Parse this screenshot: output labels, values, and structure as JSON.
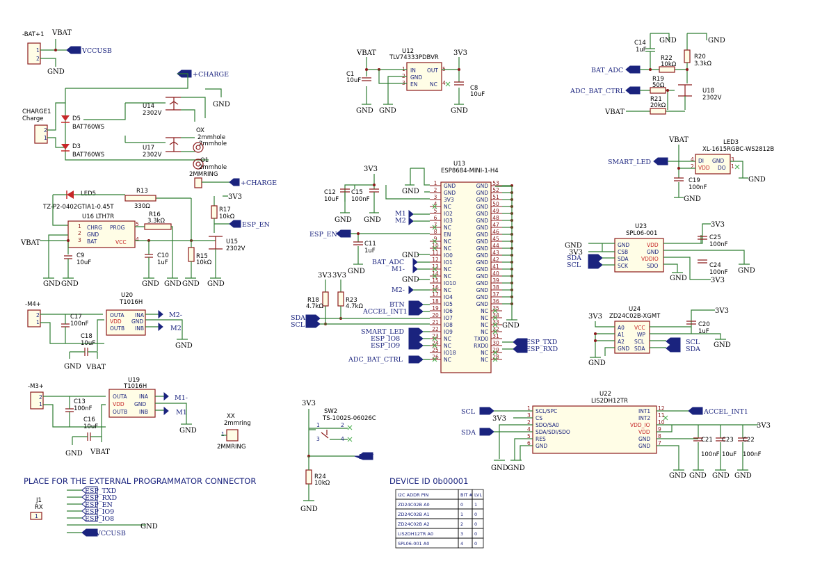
{
  "header": {
    "programmer_note": "PLACE FOR THE EXTERNAL PROGRAMMATOR CONNECTOR",
    "device_id": "DEVICE ID 0b00001"
  },
  "power": {
    "vbat": "VBAT",
    "v3v3": "3V3",
    "gnd": "GND",
    "vccusb": "VCCUSB",
    "charge": "+CHARGE"
  },
  "components": {
    "bat": {
      "ref": "-BAT+1"
    },
    "charge": {
      "ref": "CHARGE1",
      "value": "Charge"
    },
    "d5": {
      "ref": "D5",
      "value": "BAT760WS"
    },
    "d3": {
      "ref": "D3",
      "value": "BAT760WS"
    },
    "u14": {
      "ref": "U14",
      "value": "2302V"
    },
    "u17": {
      "ref": "U17",
      "value": "2302V"
    },
    "ox": {
      "ref": "OX",
      "line1": "2mmhole",
      "line2": "2mmhole"
    },
    "o1": {
      "ref": "O1",
      "line1": "2mmhole",
      "line2": "2MMRING"
    },
    "led5": {
      "ref": "LED5",
      "value": "TZ-P2-0402GTIA1-0.45T"
    },
    "r13": {
      "ref": "R13",
      "value": "330Ω"
    },
    "r16": {
      "ref": "R16",
      "value": "3.3kΩ"
    },
    "u16": {
      "ref": "U16 LTH7R",
      "pins": [
        "CHRG",
        "GND",
        "BAT",
        "PROG",
        "VCC"
      ]
    },
    "c9": {
      "ref": "C9",
      "value": "10uF"
    },
    "c10": {
      "ref": "C10",
      "value": "1uF"
    },
    "r15": {
      "ref": "R15",
      "value": "10kΩ"
    },
    "r17": {
      "ref": "R17",
      "value": "10kΩ"
    },
    "u15": {
      "ref": "U15",
      "value": "2302V"
    },
    "u12": {
      "ref": "U12",
      "value": "TLV74333PDBVR",
      "pins": [
        "IN",
        "GND",
        "EN",
        "OUT",
        "NC"
      ]
    },
    "c1": {
      "ref": "C1",
      "value": "10uF"
    },
    "c8": {
      "ref": "C8",
      "value": "10uF"
    },
    "c14": {
      "ref": "C14",
      "value": "1uF"
    },
    "r22": {
      "ref": "R22",
      "value": "10kΩ"
    },
    "r20": {
      "ref": "R20",
      "value": "3.3kΩ"
    },
    "r19": {
      "ref": "R19",
      "value": "50Ω"
    },
    "r21": {
      "ref": "R21",
      "value": "20kΩ"
    },
    "u18": {
      "ref": "U18",
      "value": "2302V"
    },
    "led3": {
      "ref": "LED3",
      "value": "XL-1615RGBC-WS2812B",
      "pins": [
        "DI",
        "VDD",
        "GND",
        "DO"
      ]
    },
    "c19": {
      "ref": "C19",
      "value": "100nF"
    },
    "u13": {
      "ref": "U13",
      "value": "ESP8684-MINI-1-H4"
    },
    "c12": {
      "ref": "C12",
      "value": "10uF"
    },
    "c15": {
      "ref": "C15",
      "value": "100nF"
    },
    "c11": {
      "ref": "C11",
      "value": "1uF"
    },
    "r18": {
      "ref": "R18",
      "value": "4.7kΩ"
    },
    "r23": {
      "ref": "R23",
      "value": "4.7kΩ"
    },
    "u23": {
      "ref": "U23",
      "value": "SPL06-001",
      "pins": [
        "GND",
        "CSB",
        "SDA",
        "SCK",
        "VDD",
        "GND",
        "VDDIO",
        "SDO"
      ]
    },
    "c25": {
      "ref": "C25",
      "value": "100nF"
    },
    "c24": {
      "ref": "C24",
      "value": "100nF"
    },
    "u24": {
      "ref": "U24",
      "value": "ZD24C02B-XGMT",
      "pins": [
        "A0",
        "A1",
        "A2",
        "GND",
        "VCC",
        "WP",
        "SCL",
        "SDA"
      ]
    },
    "c20": {
      "ref": "C20",
      "value": "1uF"
    },
    "u20": {
      "ref": "U20",
      "value": "T1016H",
      "pins": [
        "OUTA",
        "VDD",
        "OUTB",
        "INA",
        "GND",
        "INB"
      ]
    },
    "c17": {
      "ref": "C17",
      "value": "100nF"
    },
    "c18": {
      "ref": "C18",
      "value": "10uF"
    },
    "u19": {
      "ref": "U19",
      "value": "T1016H",
      "pins": [
        "OUTA",
        "VDD",
        "OUTB",
        "INA",
        "GND",
        "INB"
      ]
    },
    "c13": {
      "ref": "C13",
      "value": "100nF"
    },
    "c16": {
      "ref": "C16",
      "value": "10uF"
    },
    "m4": {
      "ref": "-M4+"
    },
    "m3": {
      "ref": "-M3+"
    },
    "xx": {
      "ref": "XX",
      "value": "2mmring",
      "foot": "2MMRING"
    },
    "sw2": {
      "ref": "SW2",
      "value": "TS-1002S-06026C"
    },
    "r24": {
      "ref": "R24",
      "value": "10kΩ"
    },
    "u22": {
      "ref": "U22",
      "value": "LIS2DH12TR",
      "pins": [
        "SCL/SPC",
        "CS",
        "SDO/SA0",
        "SDA/SDI/SDO",
        "RES",
        "GND",
        "INT1",
        "INT2",
        "VDD_IO",
        "VDD",
        "GND",
        "GND"
      ]
    },
    "c21": {
      "ref": "C21",
      "value": "100nF"
    },
    "c23": {
      "ref": "C23",
      "value": "10uF"
    },
    "c22": {
      "ref": "C22",
      "value": "100nF"
    },
    "j1": {
      "ref": "J1",
      "value": "RX"
    }
  },
  "esp_left_pins": [
    "GND",
    "GND",
    "3V3",
    "NC",
    "IO2",
    "IO3",
    "NC",
    "EN",
    "NC",
    "NC",
    "IO0",
    "IO1",
    "NC",
    "NC",
    "IO10",
    "NC",
    "IO4",
    "IO5",
    "IO6",
    "IO7",
    "IO8",
    "IO9",
    "NC",
    "NC",
    "IO18",
    "NC"
  ],
  "esp_right_pins": [
    "GND",
    "GND",
    "GND",
    "GND",
    "GND",
    "GND",
    "GND",
    "GND",
    "GND",
    "GND",
    "GND",
    "GND",
    "GND",
    "GND",
    "GND",
    "GND",
    "GND",
    "GND",
    "NC",
    "NC",
    "NC",
    "NC",
    "TXD0",
    "RXD0",
    "NC",
    "NC"
  ],
  "nets": {
    "esp_en": "ESP_EN",
    "m1": "M1",
    "m2": "M2",
    "bat_adc": "BAT_ADC",
    "m1n": "M1-",
    "m2n": "M2-",
    "btn": "BTN",
    "accel_int1": "ACCEL_INT1",
    "sda": "SDA",
    "scl": "SCL",
    "smart_led": "SMART_LED",
    "esp_io8": "ESP_IO8",
    "esp_io9": "ESP_IO9",
    "adc_bat_ctrl": "ADC_BAT_CTRL",
    "esp_txd": "ESP_TXD",
    "esp_rxd": "ESP_RXD"
  },
  "programmer_labels": [
    "ESP_TXD",
    "ESP_RXD",
    "ESP_EN",
    "ESP_IO9",
    "ESP_IO8"
  ],
  "i2c_table": {
    "headers": [
      "I2C ADDR PIN",
      "BIT #",
      "LVL"
    ],
    "rows": [
      [
        "ZD24C02B A0",
        "0",
        "1"
      ],
      [
        "ZD24C02B A1",
        "1",
        "0"
      ],
      [
        "ZD24C02B A2",
        "2",
        "0"
      ],
      [
        "LIS2DH12TR A0",
        "3",
        "0"
      ],
      [
        "SPL06-001 A0",
        "4",
        "0"
      ]
    ]
  }
}
